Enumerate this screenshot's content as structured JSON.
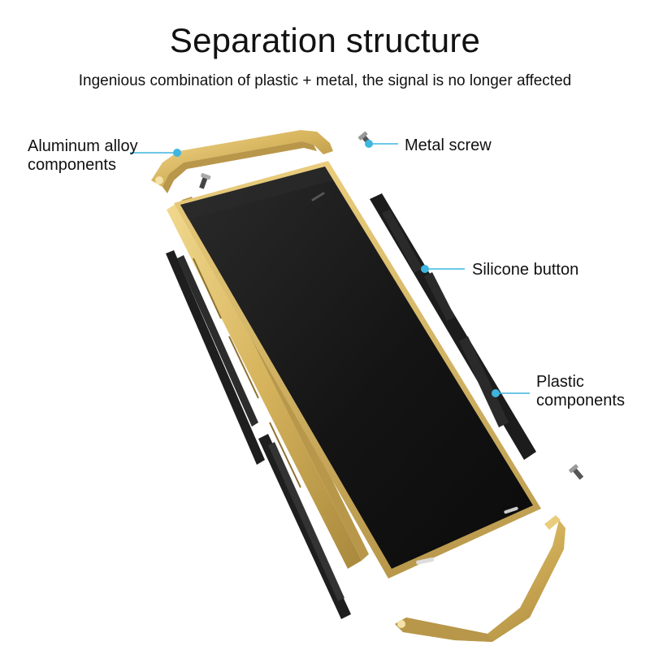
{
  "header": {
    "title": "Separation structure",
    "subtitle": "Ingenious combination of plastic + metal, the signal is no longer affected"
  },
  "callouts": {
    "aluminum_line1": "Aluminum alloy",
    "aluminum_line2": "components",
    "metal_screw": "Metal screw",
    "silicone_button": "Silicone button",
    "plastic_line1": "Plastic",
    "plastic_line2": "components"
  },
  "colors": {
    "gold": "#d9b864",
    "gold_dark": "#a98a3c",
    "screen": "#1a1a1a",
    "plastic": "#222222",
    "accent_dot": "#3fb6df"
  }
}
